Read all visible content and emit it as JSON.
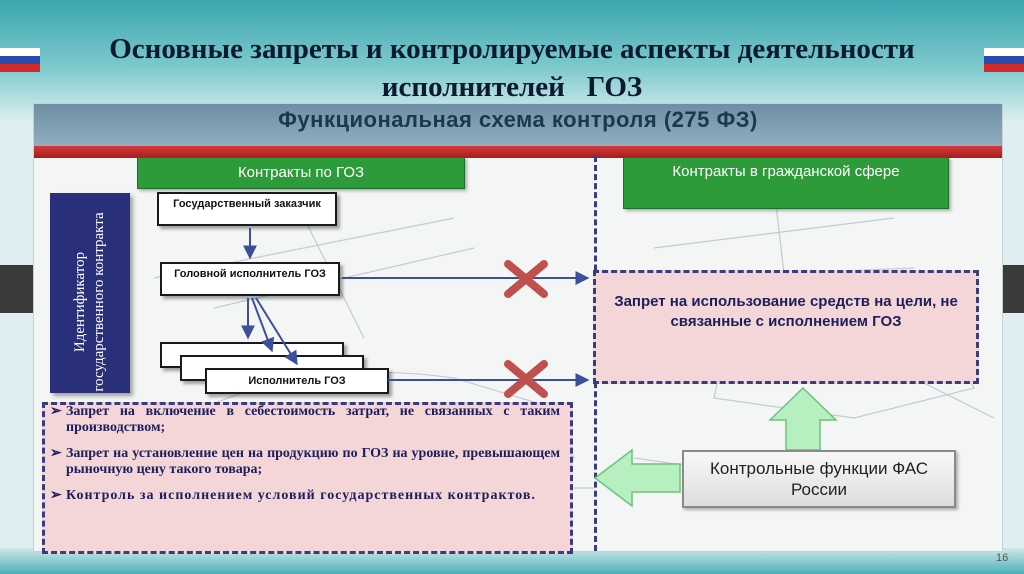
{
  "slide_title_line1": "Основные запреты и контролируемые аспекты деятельности",
  "slide_title_line2": "исполнителей   ГОЗ",
  "banner_title": "Функциональная схема контроля (275 ФЗ)",
  "col_left": "Контракты по ГОЗ",
  "col_right": "Контракты в гражданской сфере",
  "identifier": "Идентификатор государственного контракта",
  "nodes": {
    "customer": "Государственный заказчик",
    "head": "Головной исполнитель ГОЗ",
    "executor": "Исполнитель ГОЗ"
  },
  "ban_main": "Запрет на использование средств на цели, не связанные с исполнением ГОЗ",
  "bullets": [
    "Запрет на включение в себестоимость затрат, не связанных с таким производством;",
    "Запрет на установление цен на продукцию по ГОЗ на уровне, превышающем рыночную цену такого товара;",
    "Контроль за исполнением условий государственных контрактов."
  ],
  "bullet_marker": "➢",
  "fas": "Контрольные функции ФАС России",
  "page_number": "16",
  "colors": {
    "green": "#2e9b3a",
    "navy": "#2a2f7a",
    "pink": "#f4d6d8",
    "red_cross": "#c0504d",
    "arrow_green": "#b6f0c0"
  }
}
